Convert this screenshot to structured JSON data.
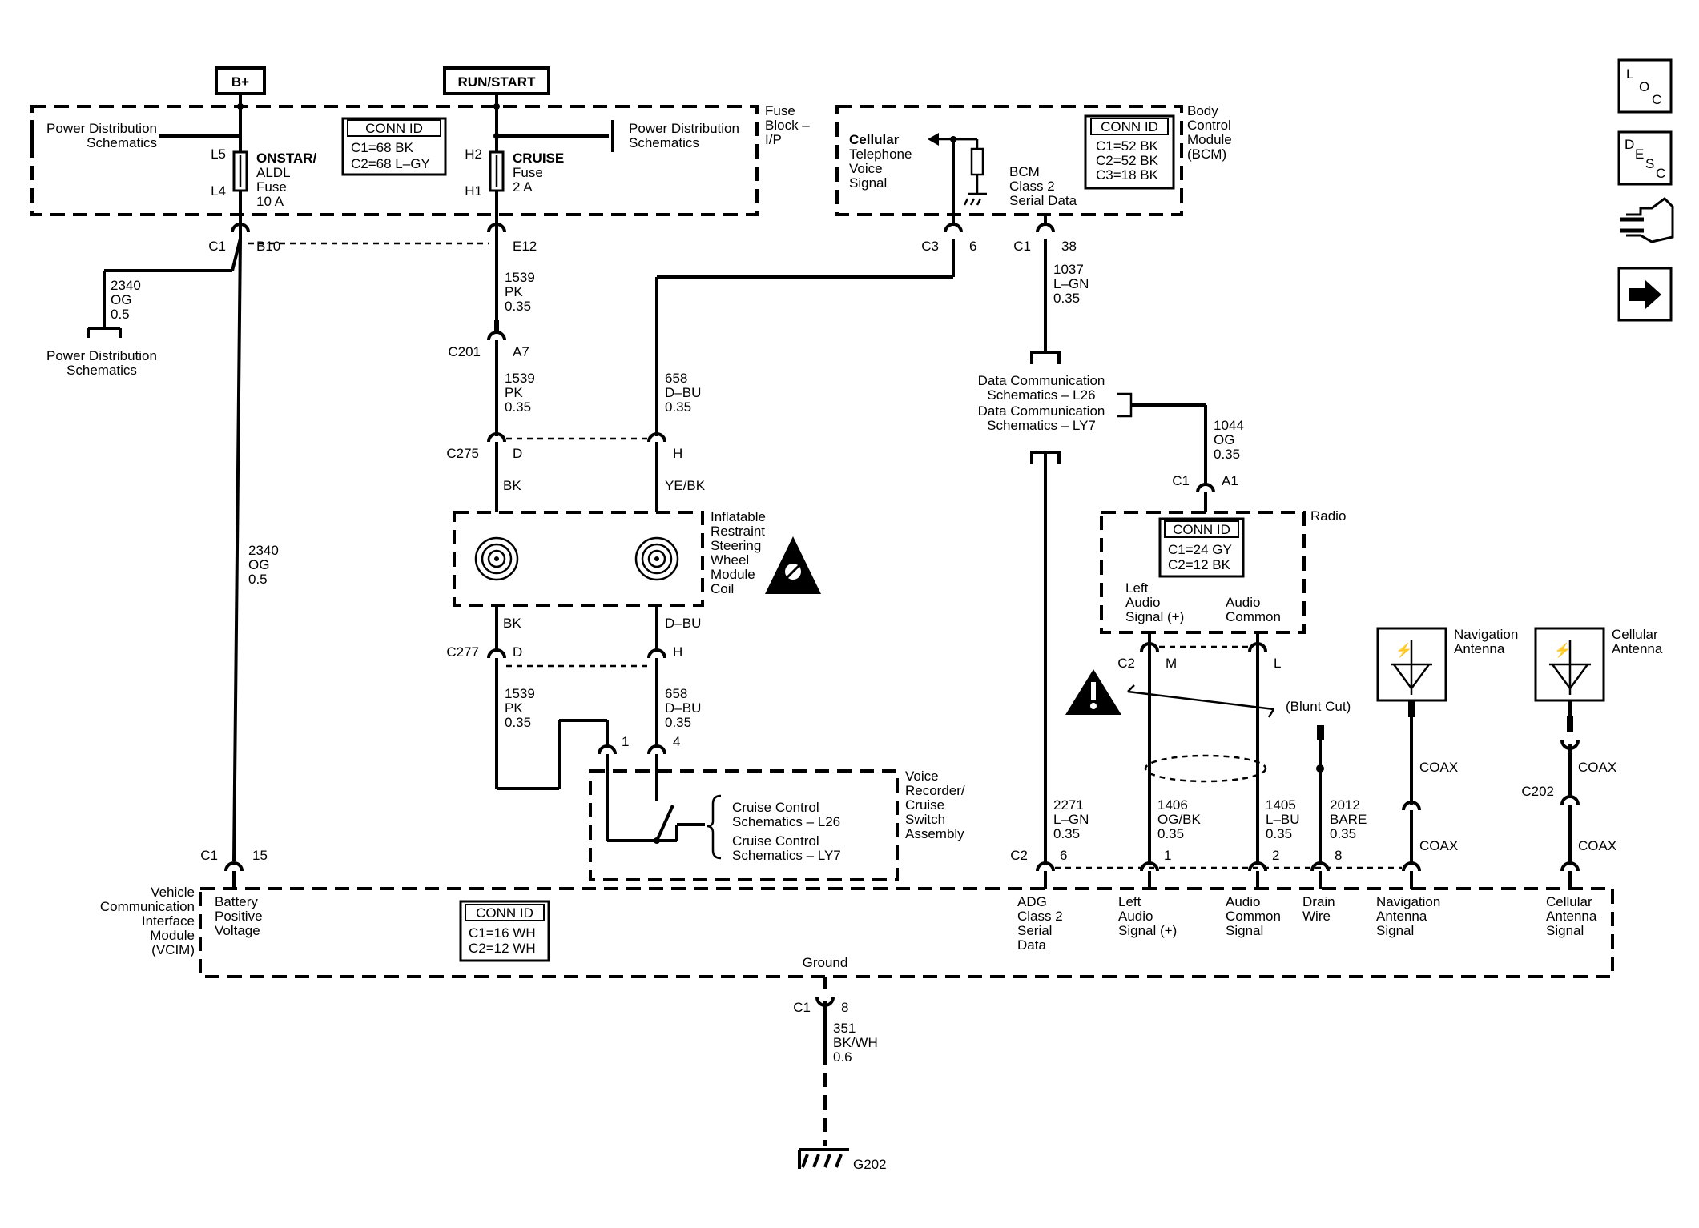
{
  "top_labels": {
    "bplus": "B+",
    "run_start": "RUN/START"
  },
  "fuse_block": {
    "label": [
      "Fuse",
      "Block –",
      "I/P"
    ],
    "pd_left": [
      "Power Distribution",
      "Schematics"
    ],
    "pd_right": [
      "Power Distribution",
      "Schematics"
    ],
    "onstar": {
      "term_top": "L5",
      "term_bot": "L4",
      "text": [
        "ONSTAR/",
        "ALDL",
        "Fuse",
        "10 A"
      ]
    },
    "cruise": {
      "term_top": "H2",
      "term_bot": "H1",
      "text": [
        "CRUISE",
        "Fuse",
        "2 A"
      ]
    },
    "conn_title": "CONN ID",
    "conn_rows": [
      "C1=68 BK",
      "C2=68 L–GY"
    ]
  },
  "bcm": {
    "label": [
      "Body",
      "Control",
      "Module",
      "(BCM)"
    ],
    "conn_title": "CONN ID",
    "conn_rows": [
      "C1=52 BK",
      "C2=52 BK",
      "C3=18 BK"
    ],
    "cell_signal": [
      "Cellular",
      "Telephone",
      "Voice",
      "Signal"
    ],
    "class2": [
      "BCM",
      "Class 2",
      "Serial Data"
    ]
  },
  "connectors": {
    "c1_b10": {
      "conn": "C1",
      "pin": "B10"
    },
    "e12": {
      "pin": "E12"
    },
    "c3_6": {
      "conn": "C3",
      "pin": "6"
    },
    "c1_38": {
      "conn": "C1",
      "pin": "38"
    },
    "c201": {
      "conn": "C201",
      "pin": "A7"
    },
    "c275": {
      "conn": "C275",
      "pin_d": "D",
      "pin_h": "H"
    },
    "c277": {
      "conn": "C277",
      "pin_d": "D",
      "pin_h": "H"
    },
    "vr_1": "1",
    "vr_4": "4",
    "c1_a1": {
      "conn": "C1",
      "pin": "A1"
    },
    "c2_m": {
      "conn": "C2",
      "pin": "M"
    },
    "pin_l": "L",
    "c202": "C202",
    "vcim_c1": {
      "conn": "C1",
      "pin": "15"
    },
    "vcim_c2": {
      "conn": "C2",
      "pin6": "6",
      "pin1": "1",
      "pin2": "2",
      "pin8": "8"
    },
    "ground": {
      "label": "Ground",
      "conn": "C1",
      "pin": "8"
    }
  },
  "wires": {
    "w2340a": [
      "2340",
      "OG",
      "0.5"
    ],
    "pd_bottom": [
      "Power Distribution",
      "Schematics"
    ],
    "w1539a": [
      "1539",
      "PK",
      "0.35"
    ],
    "w1539b": [
      "1539",
      "PK",
      "0.35"
    ],
    "w658a": [
      "658",
      "D–BU",
      "0.35"
    ],
    "w1037": [
      "1037",
      "L–GN",
      "0.35"
    ],
    "datacomm": [
      "Data Communication",
      "Schematics – L26",
      "Data Communication",
      "Schematics – LY7"
    ],
    "w1044": [
      "1044",
      "OG",
      "0.35"
    ],
    "bk": "BK",
    "yebk": "YE/BK",
    "bk2": "BK",
    "dbu2": "D–BU",
    "w2340b": [
      "2340",
      "OG",
      "0.5"
    ],
    "w1539c": [
      "1539",
      "PK",
      "0.35"
    ],
    "w658b": [
      "658",
      "D–BU",
      "0.35"
    ],
    "w2271": [
      "2271",
      "L–GN",
      "0.35"
    ],
    "w1406": [
      "1406",
      "OG/BK",
      "0.35"
    ],
    "w1405": [
      "1405",
      "L–BU",
      "0.35"
    ],
    "w2012": [
      "2012",
      "BARE",
      "0.35"
    ],
    "coax": "COAX",
    "blunt_cut": "(Blunt Cut)",
    "w351": [
      "351",
      "BK/WH",
      "0.6"
    ],
    "g202": "G202"
  },
  "coil": {
    "label": [
      "Inflatable",
      "Restraint",
      "Steering",
      "Wheel",
      "Module",
      "Coil"
    ]
  },
  "voice_recorder": {
    "label": [
      "Voice",
      "Recorder/",
      "Cruise",
      "Switch",
      "Assembly"
    ],
    "refs": [
      "Cruise Control",
      "Schematics – L26",
      "Cruise Control",
      "Schematics – LY7"
    ]
  },
  "radio": {
    "label": "Radio",
    "conn_title": "CONN ID",
    "conn_rows": [
      "C1=24 GY",
      "C2=12 BK"
    ],
    "left_audio": [
      "Left",
      "Audio",
      "Signal (+)"
    ],
    "audio_common": [
      "Audio",
      "Common"
    ]
  },
  "antennas": {
    "nav": [
      "Navigation",
      "Antenna"
    ],
    "cell": [
      "Cellular",
      "Antenna"
    ]
  },
  "vcim": {
    "label": [
      "Vehicle",
      "Communication",
      "Interface",
      "Module",
      "(VCIM)"
    ],
    "battery": [
      "Battery",
      "Positive",
      "Voltage"
    ],
    "conn_title": "CONN ID",
    "conn_rows": [
      "C1=16 WH",
      "C2=12 WH"
    ],
    "adg": [
      "ADG",
      "Class 2",
      "Serial",
      "Data"
    ],
    "left_audio": [
      "Left",
      "Audio",
      "Signal (+)"
    ],
    "audio_common": [
      "Audio",
      "Common",
      "Signal"
    ],
    "drain": [
      "Drain",
      "Wire"
    ],
    "nav_sig": [
      "Navigation",
      "Antenna",
      "Signal"
    ],
    "cell_sig": [
      "Cellular",
      "Antenna",
      "Signal"
    ]
  },
  "side_icons": {
    "loc": [
      "L",
      "O",
      "C"
    ],
    "desc": [
      "D",
      "E",
      "S",
      "C"
    ],
    "items": [
      "location-icon",
      "description-icon",
      "connector-view-icon",
      "next-arrow-icon"
    ]
  }
}
